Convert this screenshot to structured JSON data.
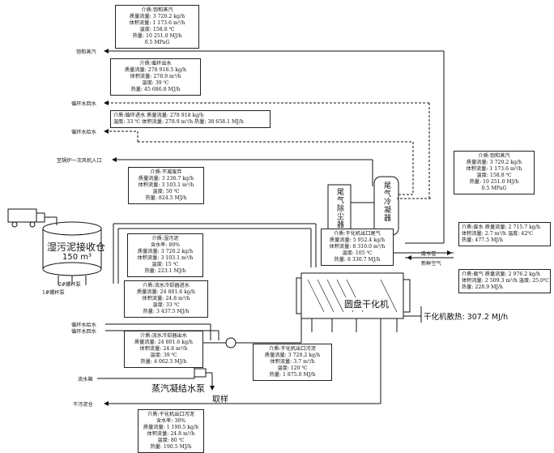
{
  "boxes": {
    "steam_main": [
      "介质:饱和蒸汽",
      "质量流量: 3 720.2 kg/h",
      "体积流量: 1 173.6 m³/h",
      "温度: 158.8 ℃",
      "热量: 10 251.0 MJ/h",
      "0.5 MPaG"
    ],
    "circ_out": [
      "介质:循环出水",
      "质量流量: 278 918.5 kg/h",
      "体积流量: 278.9 m³/h",
      "温度: 39 ℃",
      "热量: 45 686.8 MJ/h"
    ],
    "circ_in": [
      "介质:循环进水    质量流量: 278 918 kg/h",
      "温度: 33 ℃     体积流量: 278.9 m³/h  热量: 38 658.1 MJ/h"
    ],
    "noncond": [
      "介质:不凝废弃",
      "质量流量: 3 236.7 kg/h",
      "体积流量: 3 103.1 m³/h",
      "温度: 50 ℃",
      "热量: 824.5 MJ/h"
    ],
    "wet_sludge": [
      "介质:湿污泥",
      "含水率: 80%",
      "质量流量: 3 720.2 kg/h",
      "体积流量: 3 103.1 m³/h",
      "温度: 15 ℃",
      "热量: 223.1 MJ/h"
    ],
    "tail_gas": [
      "介质:干化机出口尾气",
      "质量流量: 5 952.4 kg/h",
      "体积流量: 8 310.0 m³/h",
      "温度: 105 ℃",
      "热量: 8 330.7 MJ/h"
    ],
    "cool_in": [
      "介质:流水冷却器进水",
      "质量流量: 24 801.6 kg/h",
      "体积流量: 24.8 m³/h",
      "温度: 33 ℃",
      "热量: 3 437.5 MJ/h"
    ],
    "cool_out": [
      "介质:流水冷却器出水",
      "质量流量: 24 801.6 kg/h",
      "体积流量: 24.8 m³/h",
      "温度: 39 ℃",
      "热量: 4 062.5 MJ/h"
    ],
    "dryer_sludge": [
      "介质:干化机出口污泥",
      "质量流量: 3 720.2 kg/h",
      "体积流量: 3.7 m³/h",
      "温度: 120 ℃",
      "热量: 1 875.0 MJ/h"
    ],
    "dry_out": [
      "介质:干化机出口污泥",
      "含水率: 30%",
      "质量流量: 1 190.5 kg/h",
      "体积流量: 24.8 m³/h",
      "温度: 80 ℃",
      "热量: 190.5 MJ/h"
    ],
    "steam_right": [
      "介质:饱和蒸汽",
      "质量流量: 3 720.2 kg/h",
      "体积流量: 1 173.6 m³/h",
      "温度: 158.8 ℃",
      "热量: 10 251.0 MJ/h",
      "0.5 MPaG"
    ],
    "waste_water": [
      "介质:废水  质量流量: 2 715.7 kg/h",
      "体积流量: 2.7 m³/h  温度: 42℃",
      "热量: 477.5 MJ/h"
    ],
    "carrier_gas": [
      "介质:载气  质量流量: 2 976.2 kg/h",
      "体积流量: 2 509.3 m³/h  温度: 25.0℃",
      "热量: 228.9 MJ/h"
    ]
  },
  "tags": {
    "sat_steam": "饱和蒸汽",
    "circ_return": "循环水回水",
    "circ_supply": "循环水给水",
    "boiler_air": "至锅炉一次风机入口",
    "circ_supply2": "循环水给水",
    "circ_return2": "循环水回水",
    "waste_tank": "流水箱",
    "dry_mud": "干污泥仓",
    "screw_a": "2#螺杆泵",
    "screw_b": "1#螺杆泵",
    "waste_pipe": "废水管",
    "fresh_air": "新鲜空气"
  },
  "equipment": {
    "silo_title": "湿污泥接收仓",
    "silo_size": "150 m³",
    "dust": "尾气除尘器",
    "condenser": "尾气冷凝器",
    "dryer": "圆盘干化机",
    "dryer_heat": "干化机散热: 307.2 MJ/h",
    "pump": "蒸汽凝结水泵",
    "sample": "取样"
  }
}
